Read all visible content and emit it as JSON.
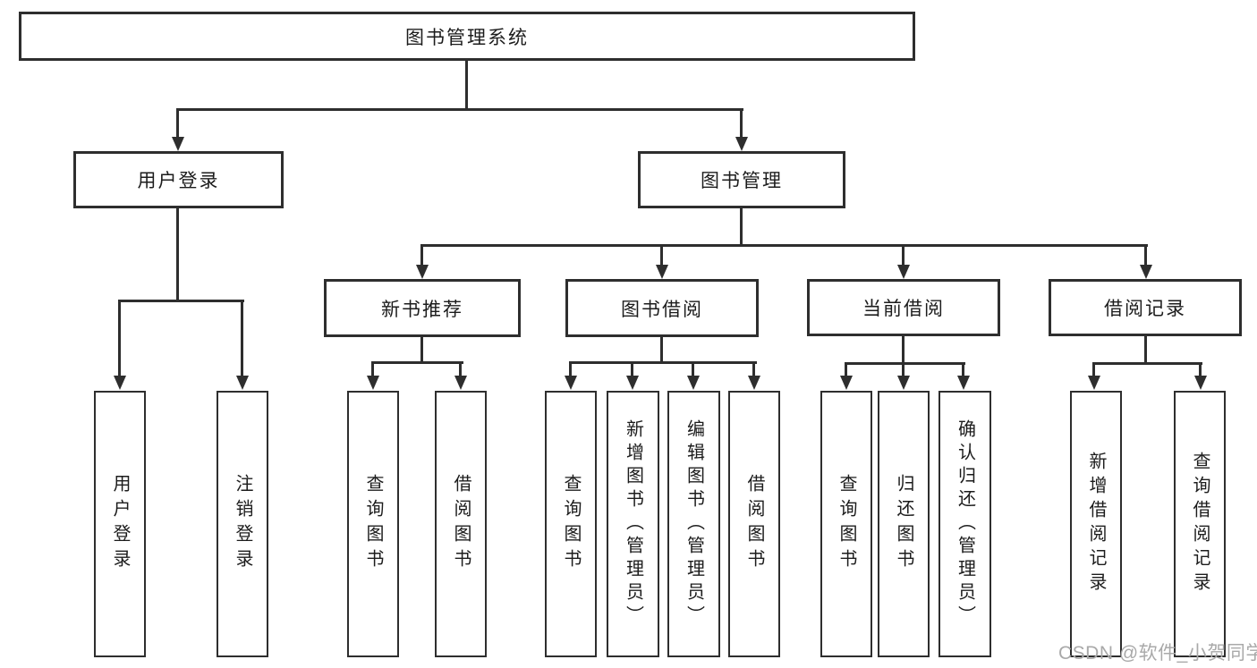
{
  "nodes": {
    "root": "图书管理系统",
    "user_login": "用户登录",
    "book_mgmt": "图书管理",
    "new_book_rec": "新书推荐",
    "book_borrow": "图书借阅",
    "current_borrow": "当前借阅",
    "borrow_records": "借阅记录",
    "leaf_user_login": "用户登录",
    "leaf_logout": "注销登录",
    "leaf_query_book_rec": "查询图书",
    "leaf_borrow_book_rec": "借阅图书",
    "leaf_query_book_borrow": "查询图书",
    "leaf_add_book": "新增图书（管理员）",
    "leaf_edit_book": "编辑图书（管理员）",
    "leaf_borrow_book_borrow": "借阅图书",
    "leaf_query_book_current": "查询图书",
    "leaf_return_book": "归还图书",
    "leaf_confirm_return": "确认归还（管理员）",
    "leaf_add_borrow_record": "新增借阅记录",
    "leaf_query_borrow_record": "查询借阅记录"
  },
  "hierarchy": {
    "图书管理系统": [
      "用户登录",
      "图书管理"
    ],
    "用户登录": [
      "用户登录",
      "注销登录"
    ],
    "图书管理": [
      "新书推荐",
      "图书借阅",
      "当前借阅",
      "借阅记录"
    ],
    "新书推荐": [
      "查询图书",
      "借阅图书"
    ],
    "图书借阅": [
      "查询图书",
      "新增图书（管理员）",
      "编辑图书（管理员）",
      "借阅图书"
    ],
    "当前借阅": [
      "查询图书",
      "归还图书",
      "确认归还（管理员）"
    ],
    "借阅记录": [
      "新增借阅记录",
      "查询借阅记录"
    ]
  },
  "watermark": "CSDN @软件_小贺同学",
  "colors": {
    "line": "#2e2e2e",
    "box_border": "#2e2e2e",
    "text": "#1c1c1c",
    "watermark": "#a9a9a9",
    "background": "#ffffff"
  }
}
